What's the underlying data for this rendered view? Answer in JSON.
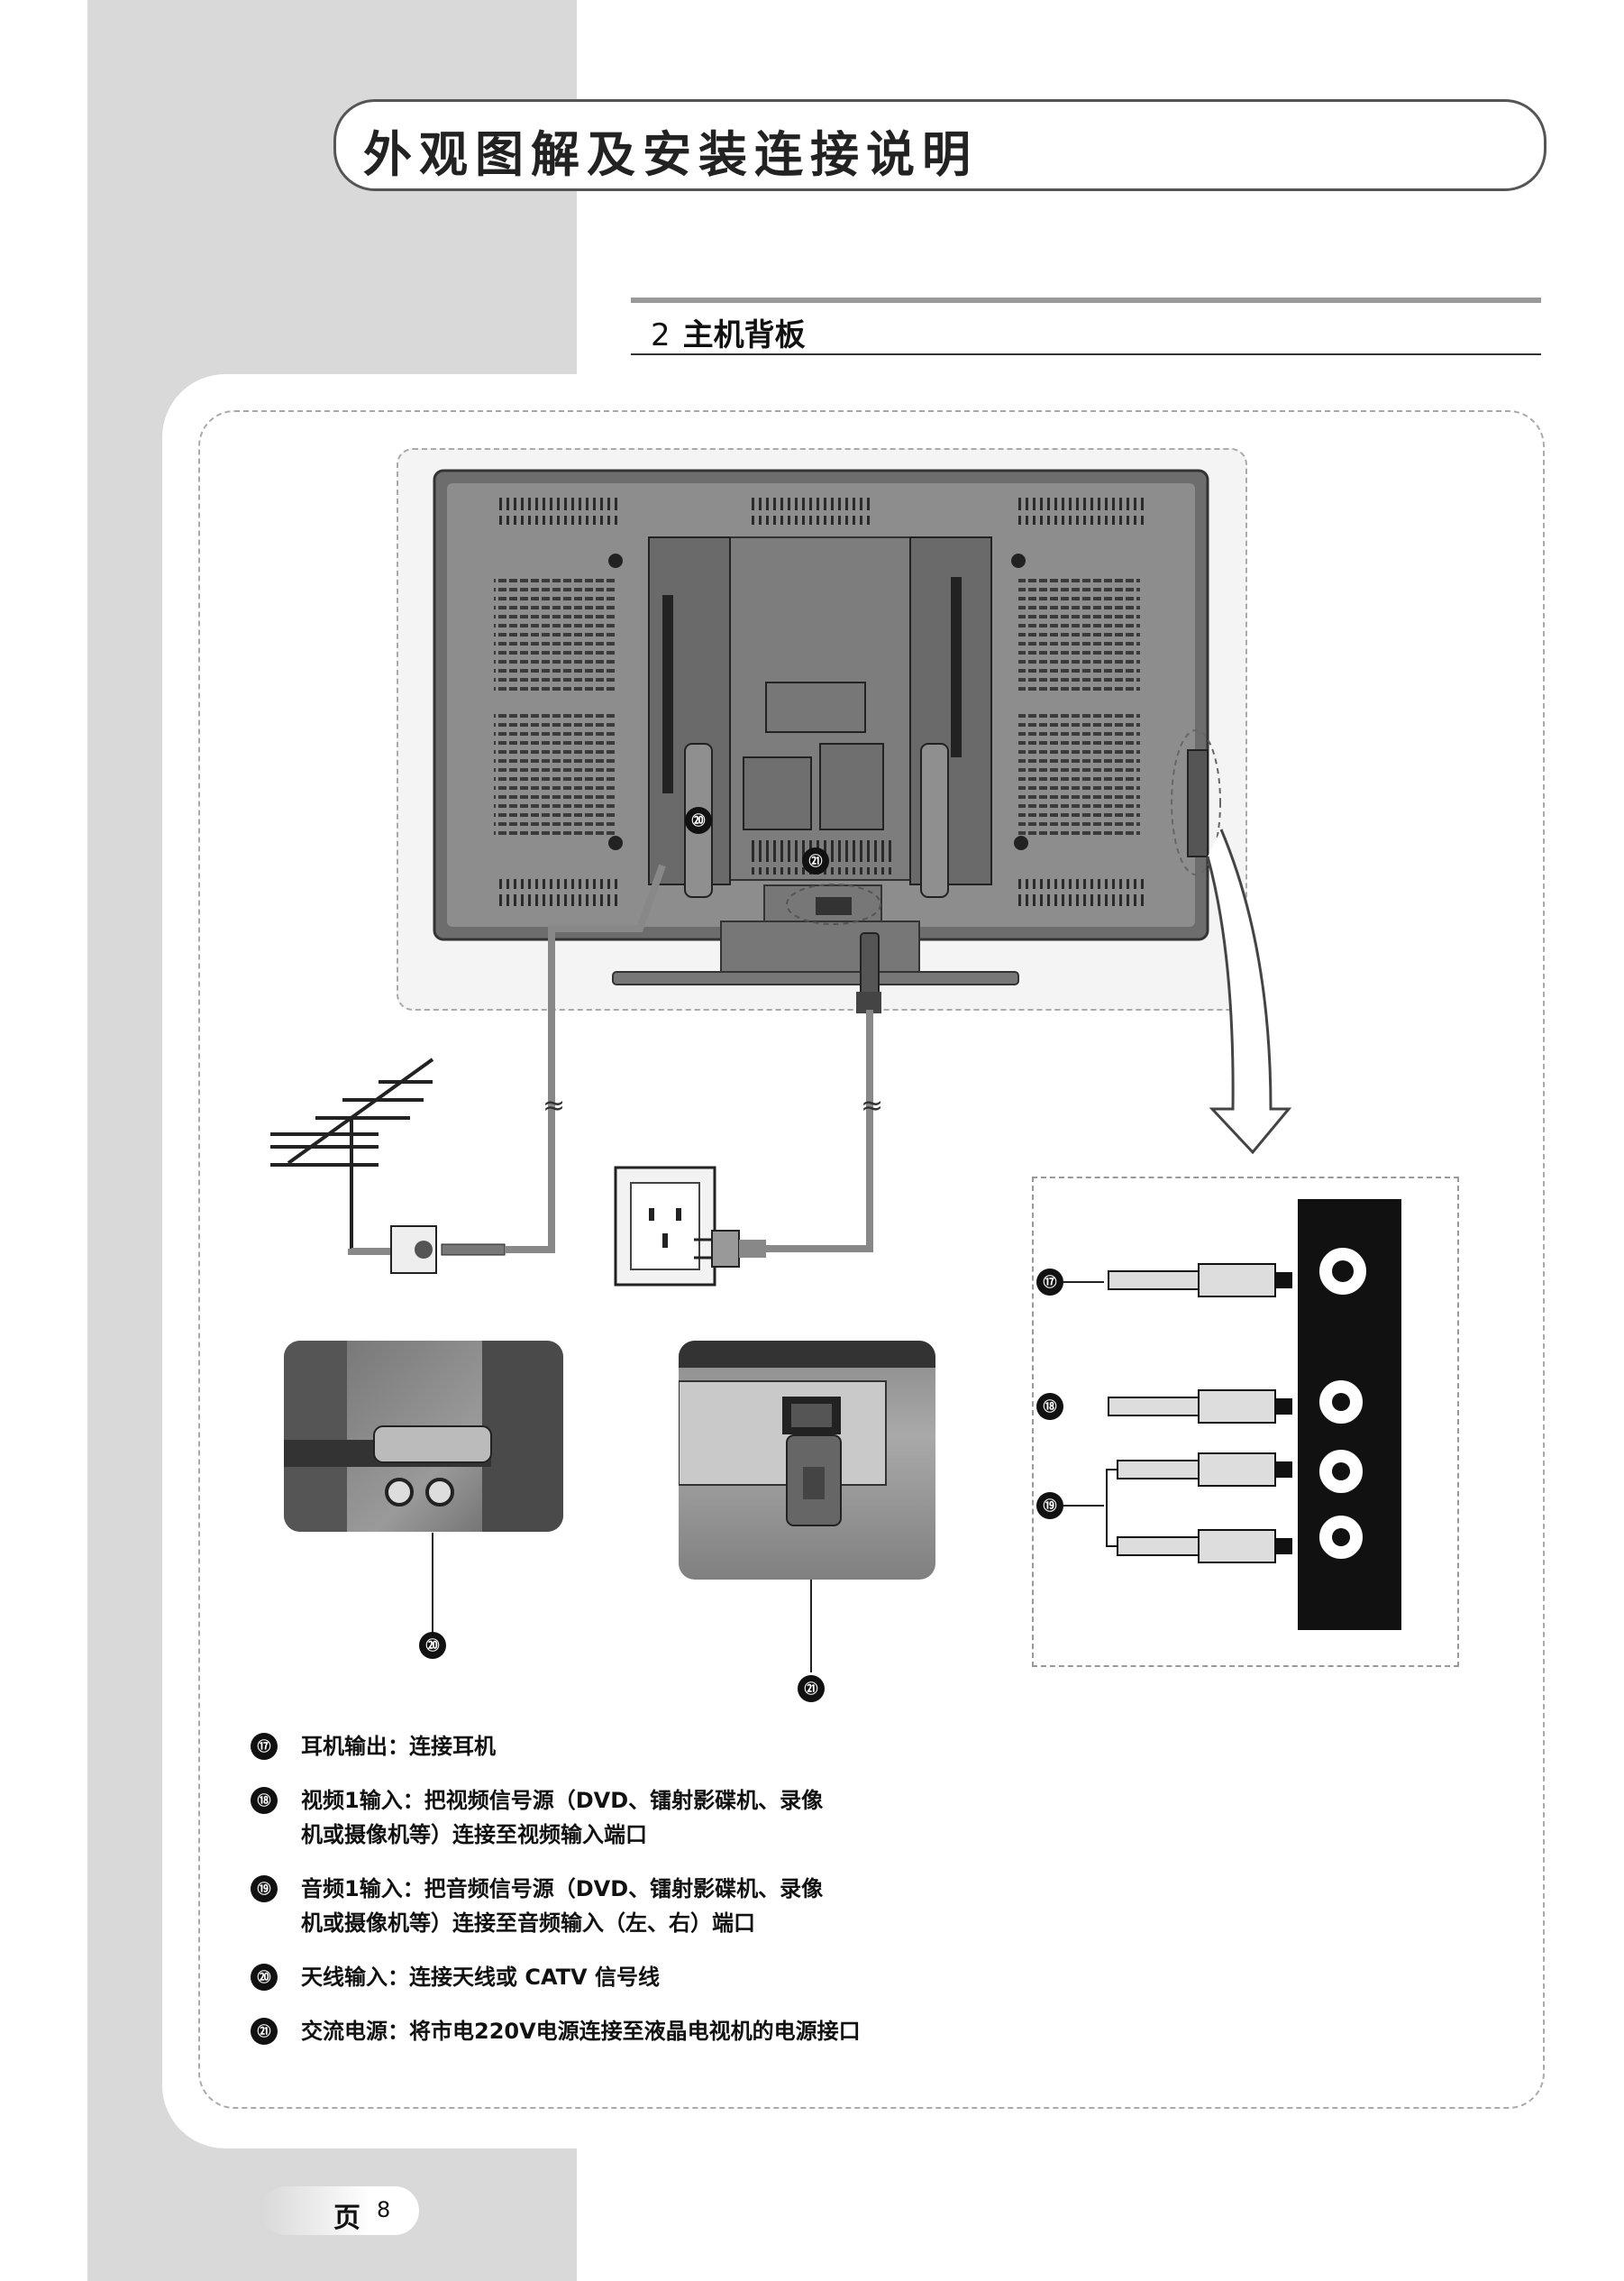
{
  "header": {
    "title": "外观图解及安装连接说明"
  },
  "section": {
    "number": "2",
    "title": "主机背板"
  },
  "callouts": {
    "c17": "⑰",
    "c18": "⑱",
    "c19": "⑲",
    "c20": "⑳",
    "c21": "㉑"
  },
  "items": [
    {
      "num": "⑰",
      "text": "耳机输出：连接耳机"
    },
    {
      "num": "⑱",
      "text": "视频1输入：把视频信号源（DVD、镭射影碟机、录像\n机或摄像机等）连接至视频输入端口"
    },
    {
      "num": "⑲",
      "text": "音频1输入：把音频信号源（DVD、镭射影碟机、录像\n机或摄像机等）连接至音频输入（左、右）端口"
    },
    {
      "num": "⑳",
      "text": "天线输入：连接天线或 CATV 信号线"
    },
    {
      "num": "㉑",
      "text": "交流电源：将市电220V电源连接至液晶电视机的电源接口"
    }
  ],
  "footer": {
    "label": "页",
    "page": "8"
  },
  "colors": {
    "strip": "#d9d9d9",
    "tv_body": "#8a8a8a",
    "dark": "#111111"
  }
}
